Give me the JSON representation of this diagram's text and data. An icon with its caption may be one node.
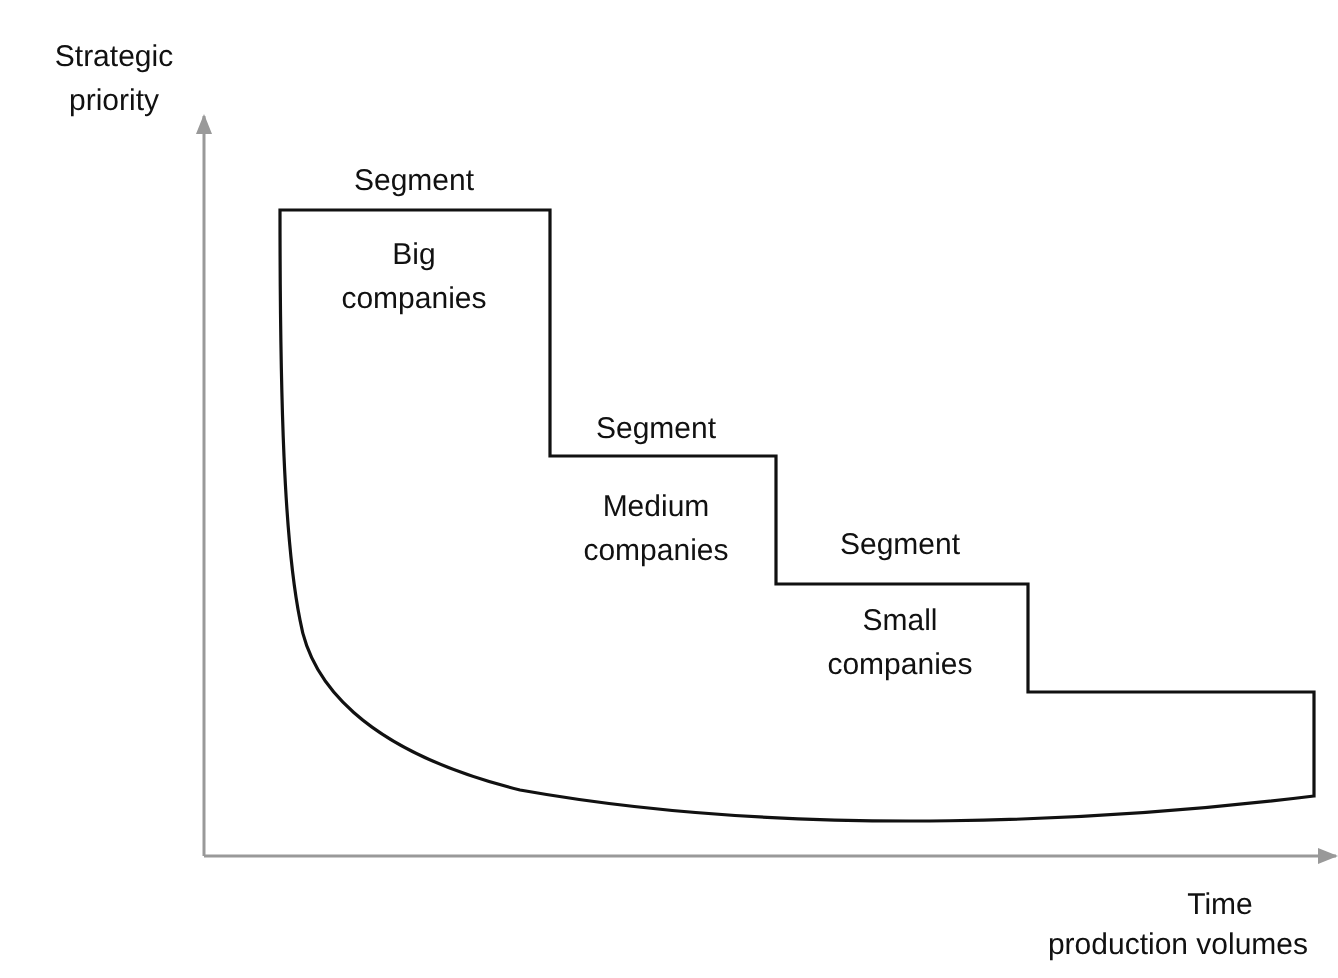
{
  "diagram": {
    "labels": [
      "Strategic priority",
      "Segment",
      "Big companies",
      "Segment",
      "Medium companies",
      "Segment",
      "Small companies",
      "Time",
      "production volumes"
    ]
  }
}
